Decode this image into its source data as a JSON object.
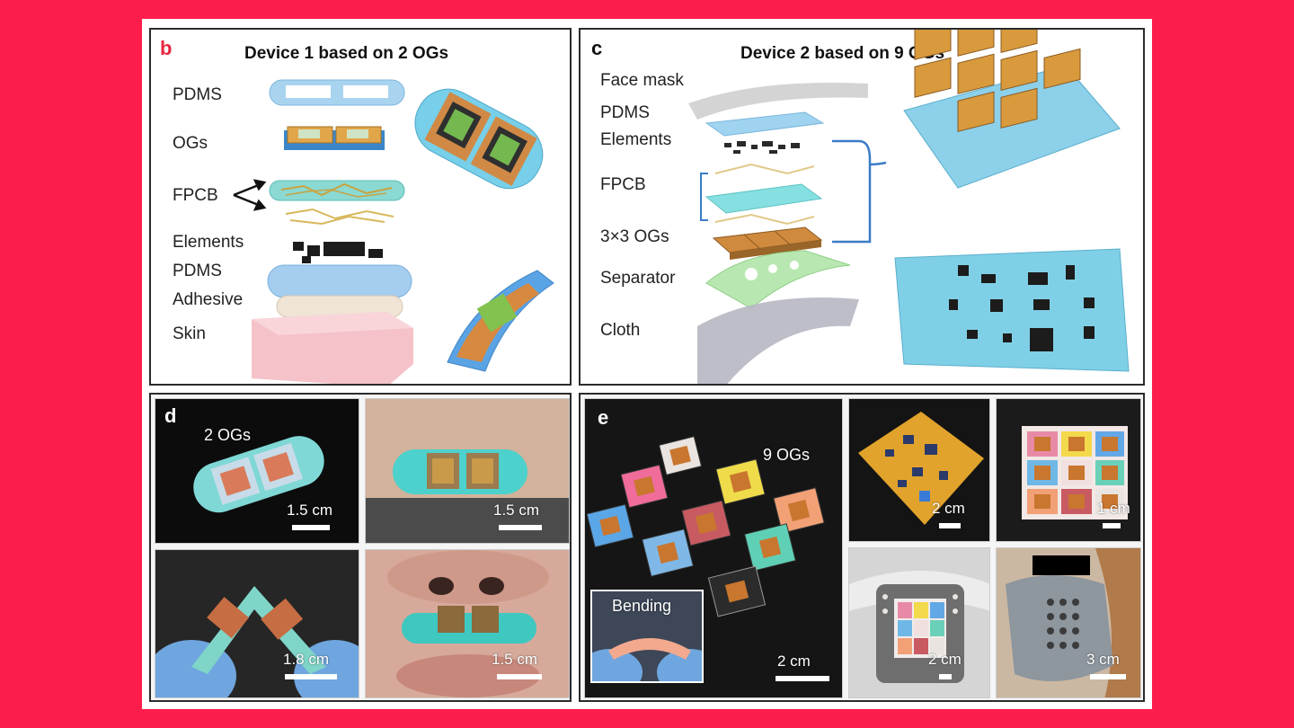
{
  "panel_b": {
    "letter": "b",
    "title": "Device 1 based on 2 OGs",
    "layers": [
      "PDMS",
      "OGs",
      "FPCB",
      "Elements",
      "PDMS",
      "Adhesive",
      "Skin"
    ]
  },
  "panel_c": {
    "letter": "c",
    "title": "Device 2 based on 9 OGs",
    "layers": [
      "Face mask",
      "PDMS",
      "Elements",
      "FPCB",
      "3×3 OGs",
      "Separator",
      "Cloth"
    ]
  },
  "panel_d": {
    "letter": "d",
    "photo1_label": "2 OGs",
    "scales": [
      "1.5 cm",
      "1.5 cm",
      "1.8 cm",
      "1.5 cm"
    ]
  },
  "panel_e": {
    "letter": "e",
    "main_label": "9 OGs",
    "inset_label": "Bending",
    "scales": [
      "2 cm",
      "2 cm",
      "1 cm",
      "2 cm",
      "3 cm"
    ]
  },
  "colors": {
    "background": "#fc1d4c",
    "device_teal": "#7ed7d3",
    "og_orange": "#d9a13a"
  }
}
